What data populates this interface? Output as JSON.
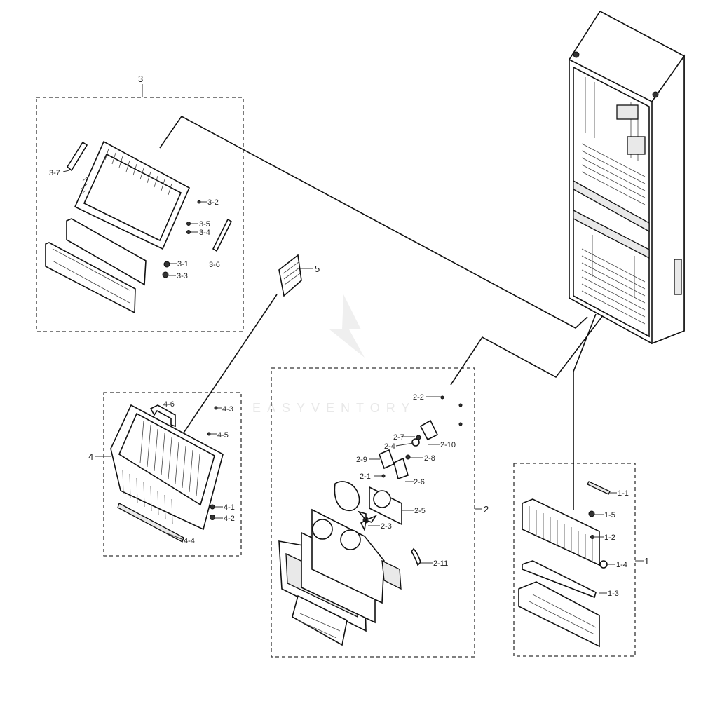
{
  "watermark": "EASYVENTORY",
  "groups": {
    "g1": "1",
    "g2": "2",
    "g3": "3",
    "g4": "4",
    "g5": "5"
  },
  "labels": {
    "l1_1": "1-1",
    "l1_2": "1-2",
    "l1_3": "1-3",
    "l1_4": "1-4",
    "l1_5": "1-5",
    "l2_1": "2-1",
    "l2_2": "2-2",
    "l2_3": "2-3",
    "l2_4": "2-4",
    "l2_5": "2-5",
    "l2_6": "2-6",
    "l2_7": "2-7",
    "l2_8": "2-8",
    "l2_9": "2-9",
    "l2_10": "2-10",
    "l2_11": "2-11",
    "l3_1": "3-1",
    "l3_2": "3-2",
    "l3_3": "3-3",
    "l3_4": "3-4",
    "l3_5": "3-5",
    "l3_6": "3-6",
    "l3_7": "3-7",
    "l4_1": "4-1",
    "l4_2": "4-2",
    "l4_3": "4-3",
    "l4_4": "4-4",
    "l4_5": "4-5",
    "l4_6": "4-6"
  }
}
